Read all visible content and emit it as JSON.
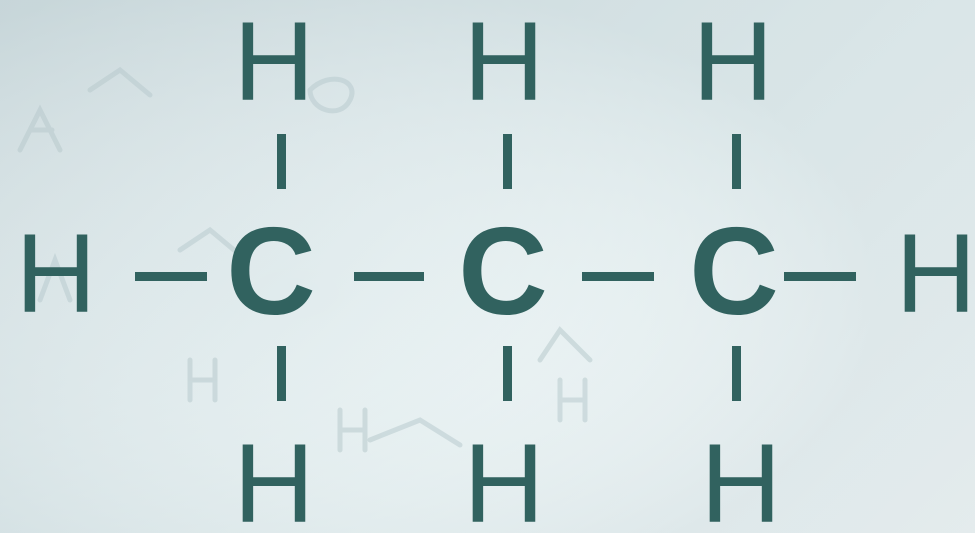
{
  "colors": {
    "ink": "#31625f",
    "background_light": "#f4f9fa",
    "background_dark": "#cfdcdf",
    "watermark": "#b8cacd"
  },
  "molecule": {
    "top_hydrogens": [
      "H",
      "H",
      "H"
    ],
    "carbons": [
      "C",
      "C",
      "C"
    ],
    "bottom_hydrogens": [
      "H",
      "H",
      "H"
    ],
    "left_hydrogen": "H",
    "right_hydrogen": "H"
  }
}
